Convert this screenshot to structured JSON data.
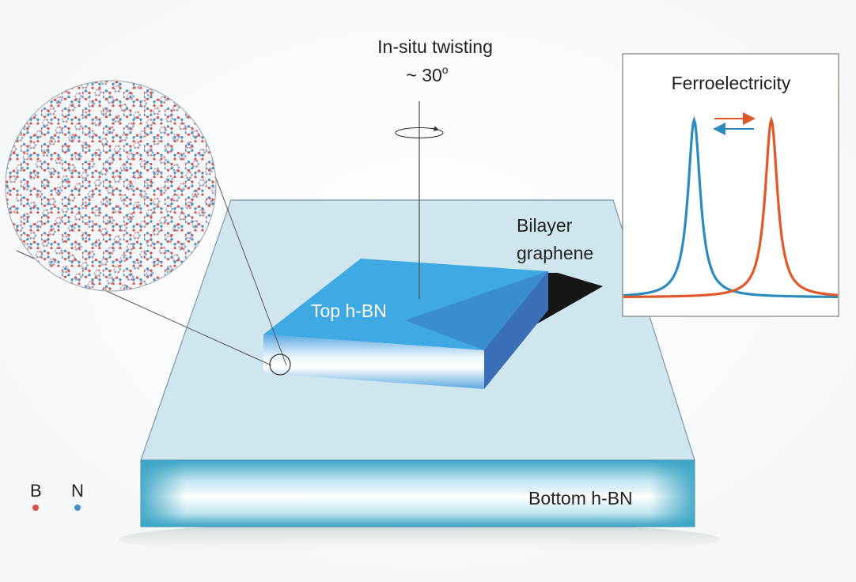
{
  "twist_label": {
    "line1": "In-situ twisting",
    "line2": "~ 30",
    "degree": "o"
  },
  "layers": {
    "top": "Top h-BN",
    "bottom": "Bottom h-BN",
    "middle_line1": "Bilayer",
    "middle_line2": "graphene"
  },
  "legend": {
    "items": [
      {
        "symbol": "B",
        "color": "#d9534a"
      },
      {
        "symbol": "N",
        "color": "#4a90c8"
      }
    ]
  },
  "inset": {
    "title": "Ferroelectricity",
    "curves": [
      {
        "color": "#2b8bbf",
        "peak_position": 0.33
      },
      {
        "color": "#e0582a",
        "peak_position": 0.69
      }
    ],
    "arrows": [
      {
        "direction": "right",
        "color": "#e0582a"
      },
      {
        "direction": "left",
        "color": "#2b8bbf"
      }
    ]
  },
  "colors": {
    "substrate_top": "#cfe6ee",
    "substrate_side": "#4fb6d3",
    "flake_top": "#3fa8e0",
    "flake_side": "#3a7ec2",
    "graphene": "#1a1a1a",
    "atom_B": "#d9534a",
    "atom_N": "#4a90c8"
  }
}
